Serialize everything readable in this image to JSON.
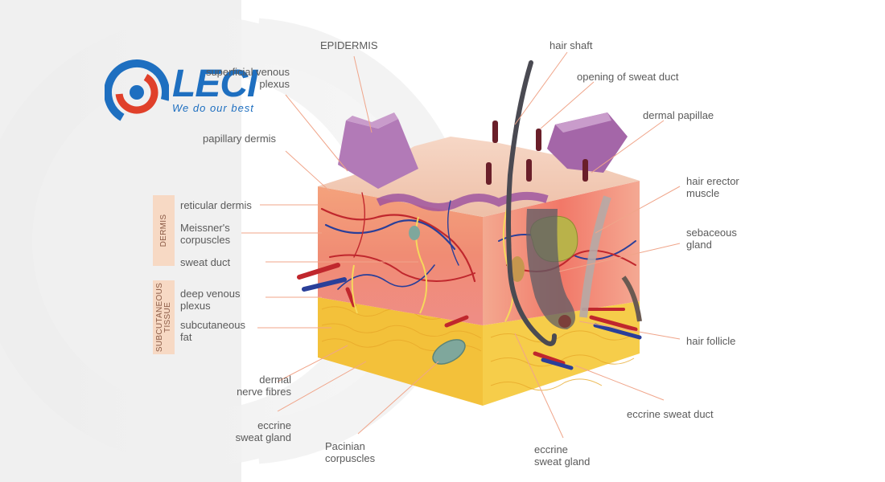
{
  "labels": {
    "epidermis": "EPIDERMIS",
    "superficial_venous_plexus": "superficial venous\nplexus",
    "papillary_dermis": "papillary dermis",
    "reticular_dermis": "reticular dermis",
    "meissners_corpuscles": "Meissner's\ncorpuscles",
    "sweat_duct": "sweat duct",
    "deep_venous_plexus": "deep venous\nplexus",
    "subcutaneous_fat": "subcutaneous\nfat",
    "dermal_nerve_fibres": "dermal\nnerve fibres",
    "eccrine_sweat_gland_left": "eccrine\nsweat gland",
    "pacinian_corpuscles": "Pacinian\ncorpuscles",
    "eccrine_sweat_gland_bottom": "eccrine\nsweat gland",
    "eccrine_sweat_duct": "eccrine sweat duct",
    "hair_follicle": "hair follicle",
    "sebaceous_gland": "sebaceous\ngland",
    "hair_erector_muscle": "hair erector\nmuscle",
    "dermal_papillae": "dermal papillae",
    "opening_of_sweat_duct": "opening of sweat duct",
    "hair_shaft": "hair shaft"
  },
  "sections": {
    "dermis": "DERMIS",
    "subcutaneous_tissue": "SUBCUTANEOUS\nTISSUE"
  },
  "logo": {
    "brand": "LECI",
    "tagline": "We do our best"
  },
  "colors": {
    "leader_line": "#f0a58a",
    "logo_blue": "#1e6fc0",
    "logo_red": "#e0402a",
    "section_tab": "#f7d9c4"
  }
}
